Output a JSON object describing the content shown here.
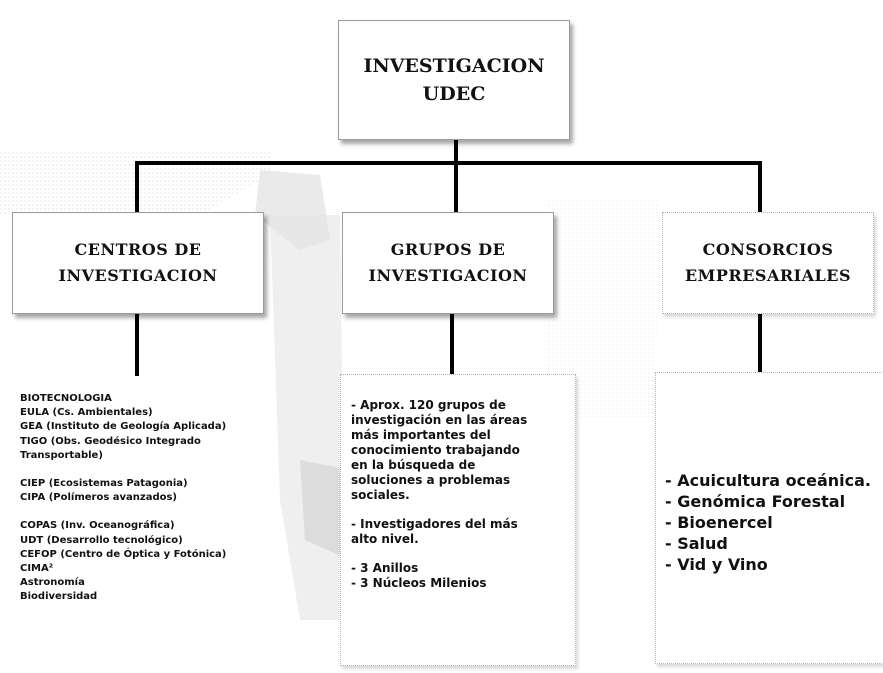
{
  "root": {
    "line1": "INVESTIGACION",
    "line2": "UDEC"
  },
  "categories": {
    "centros": {
      "title_line1": "CENTROS DE",
      "title_line2": "INVESTIGACION",
      "items": [
        "BIOTECNOLOGIA",
        "EULA (Cs. Ambientales)",
        "GEA (Instituto de Geología Aplicada)",
        "TIGO (Obs. Geodésico Integrado",
        "Transportable)",
        "CIEP (Ecosistemas Patagonia)",
        "CIPA (Polímeros avanzados)",
        "COPAS (Inv. Oceanográfica)",
        "UDT (Desarrollo tecnológico)",
        "CEFOP (Centro de Óptica y Fotónica)",
        "CIMA²",
        "Astronomía",
        "Biodiversidad"
      ]
    },
    "grupos": {
      "title_line1": "GRUPOS DE",
      "title_line2": "INVESTIGACION",
      "items": [
        "- Aprox. 120 grupos de",
        "investigación en las áreas",
        "más importantes del",
        "conocimiento trabajando",
        "en la búsqueda de",
        "soluciones a problemas",
        "sociales.",
        "- Investigadores del más",
        "alto nivel.",
        "- 3 Anillos",
        "- 3 Núcleos Milenios"
      ]
    },
    "consorcios": {
      "title_line1": "CONSORCIOS",
      "title_line2": "EMPRESARIALES",
      "items": [
        "- Acuicultura oceánica.",
        "- Genómica Forestal",
        "- Bioenercel",
        "- Salud",
        "- Vid y Vino"
      ]
    }
  }
}
